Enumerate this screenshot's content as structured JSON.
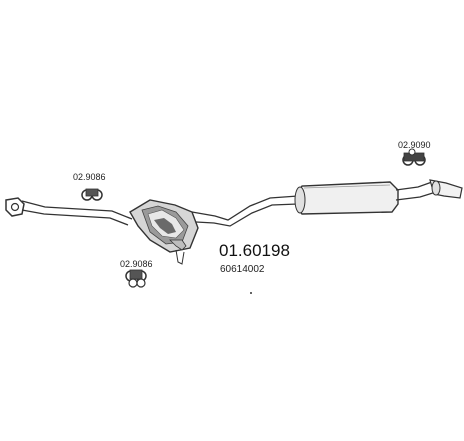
{
  "part_number": "01.60198",
  "oe_number": "60614002",
  "labels": {
    "bracket_left_top": "02.9086",
    "bracket_left_bottom": "02.9086",
    "bracket_right_top": "02.9090"
  },
  "colors": {
    "line": "#333333",
    "fill_light": "#f2f2f2",
    "fill_mid": "#cfcfcf",
    "fill_dark": "#555555"
  }
}
